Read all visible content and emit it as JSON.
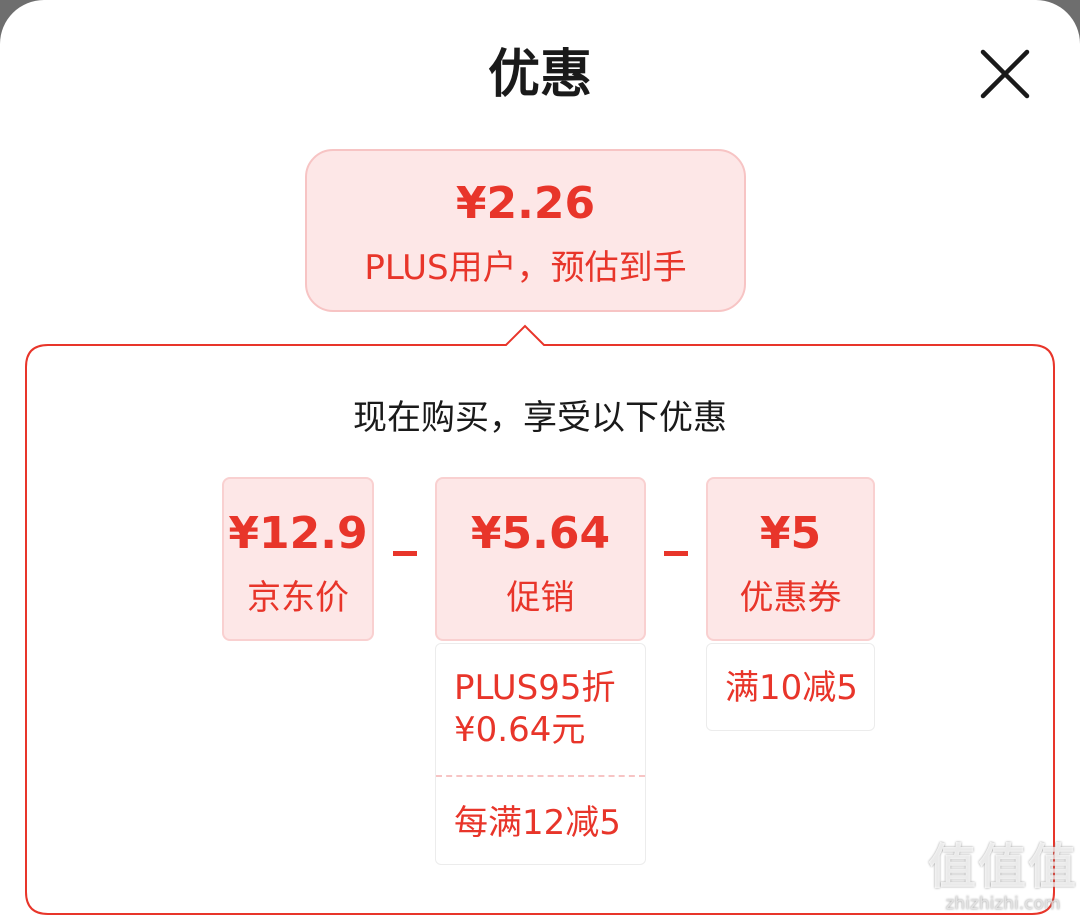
{
  "sheet": {
    "title": "优惠",
    "close_icon": "close-icon"
  },
  "summary": {
    "price": "¥2.26",
    "caption": "PLUS用户，预估到手"
  },
  "panel": {
    "headline": "现在购买，享受以下优惠",
    "cards": [
      {
        "amount": "¥12.9",
        "label": "京东价"
      },
      {
        "amount": "¥5.64",
        "label": "促销"
      },
      {
        "amount": "¥5",
        "label": "优惠券"
      }
    ],
    "promo_details": [
      "PLUS95折",
      "¥0.64元",
      "每满12减5"
    ],
    "coupon_details": [
      "满10减5"
    ]
  },
  "colors": {
    "accent": "#e8352a",
    "card_bg": "#fde7e7"
  },
  "watermark": {
    "logo": "值值值",
    "site": "zhizhizhi.com"
  }
}
